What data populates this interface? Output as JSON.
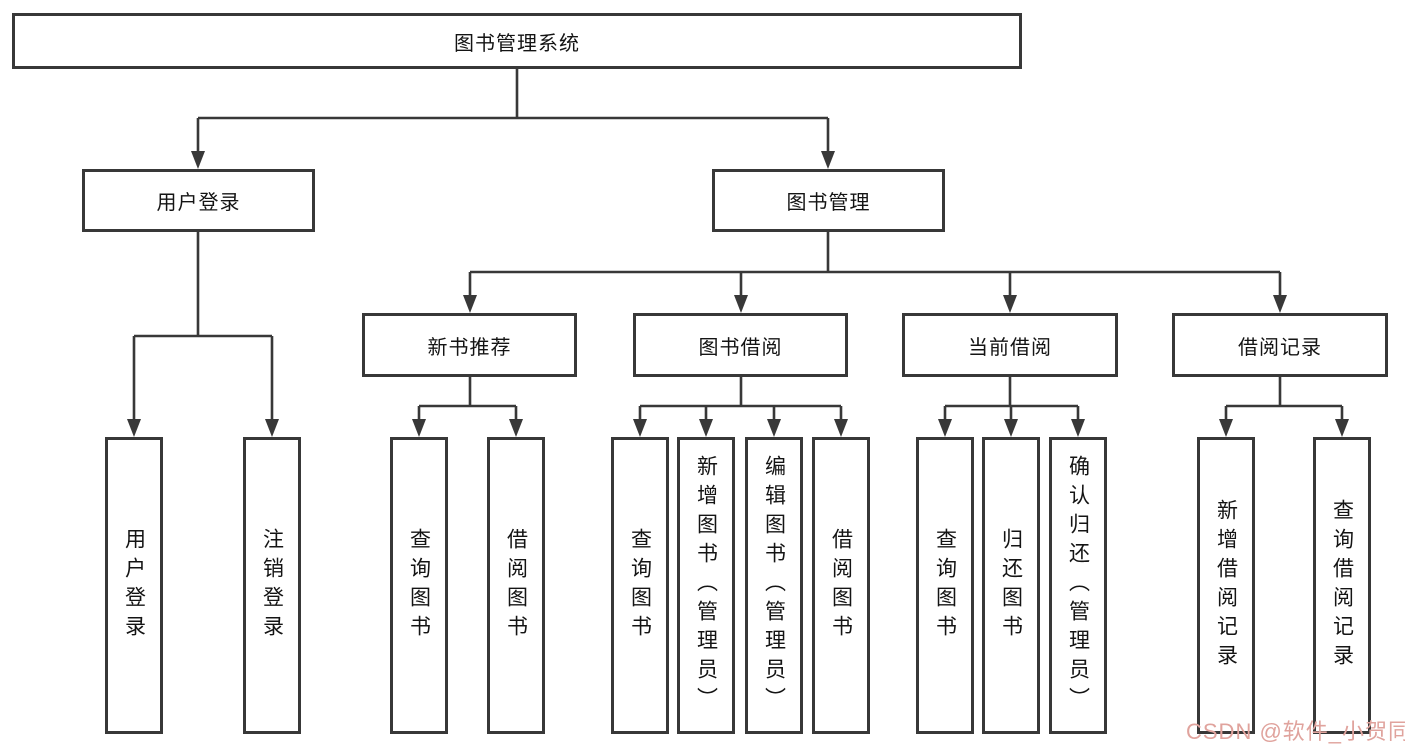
{
  "watermark": "CSDN @软件_小贺同学",
  "colors": {
    "line": "#383838",
    "text": "#141414",
    "watermark": "#e0a39d",
    "background": "#ffffff"
  },
  "tree": {
    "root": {
      "label": "图书管理系统"
    },
    "branches": [
      {
        "label": "用户登录",
        "leaves": [
          {
            "label": "用户登录"
          },
          {
            "label": "注销登录"
          }
        ]
      },
      {
        "label": "图书管理",
        "groups": [
          {
            "label": "新书推荐",
            "leaves": [
              {
                "label": "查询图书"
              },
              {
                "label": "借阅图书"
              }
            ]
          },
          {
            "label": "图书借阅",
            "leaves": [
              {
                "label": "查询图书"
              },
              {
                "label": "新增图书（管理员）"
              },
              {
                "label": "编辑图书（管理员）"
              },
              {
                "label": "借阅图书"
              }
            ]
          },
          {
            "label": "当前借阅",
            "leaves": [
              {
                "label": "查询图书"
              },
              {
                "label": "归还图书"
              },
              {
                "label": "确认归还（管理员）"
              }
            ]
          },
          {
            "label": "借阅记录",
            "leaves": [
              {
                "label": "新增借阅记录"
              },
              {
                "label": "查询借阅记录"
              }
            ]
          }
        ]
      }
    ]
  }
}
